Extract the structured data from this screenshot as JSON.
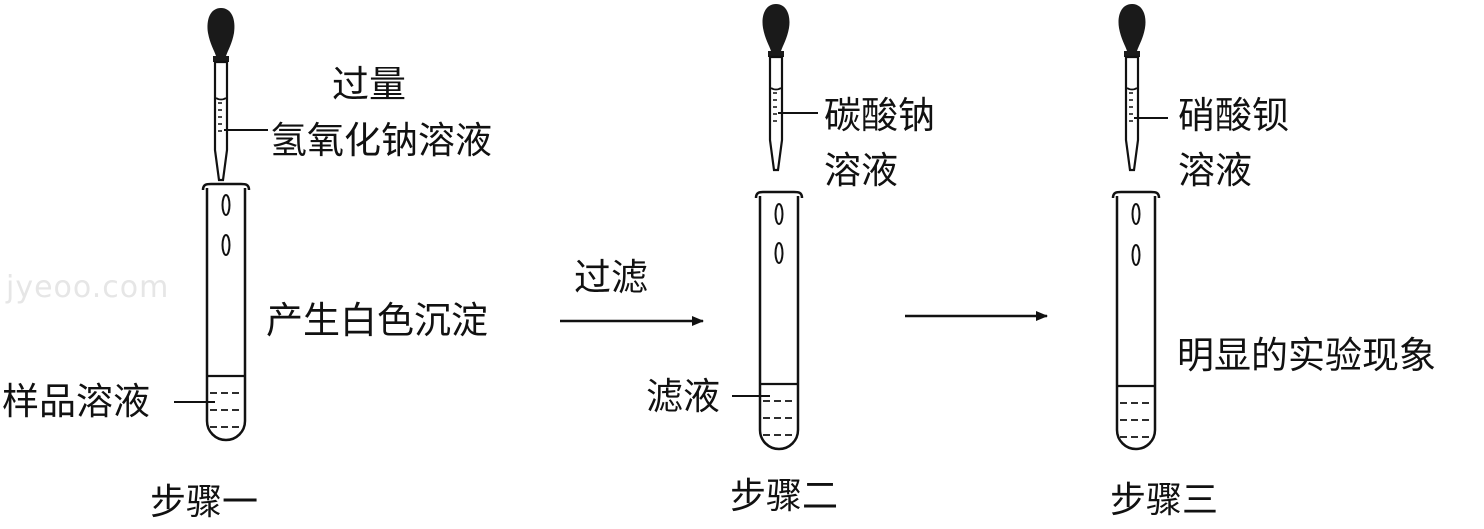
{
  "watermark": "jyeoo.com",
  "colors": {
    "ink": "#111111",
    "bulb": "#1a1a1a"
  },
  "step1": {
    "reagent_line1": "过量",
    "reagent_line2": "氢氧化钠溶液",
    "observation": "产生白色沉淀",
    "sample_label": "样品溶液",
    "caption": "步骤一"
  },
  "transition1": {
    "label": "过滤"
  },
  "step2": {
    "reagent_line1": "碳酸钠",
    "reagent_line2": "溶液",
    "filtrate_label": "滤液",
    "caption": "步骤二"
  },
  "step3": {
    "reagent_line1": "硝酸钡",
    "reagent_line2": "溶液",
    "observation": "明显的实验现象",
    "caption": "步骤三"
  }
}
